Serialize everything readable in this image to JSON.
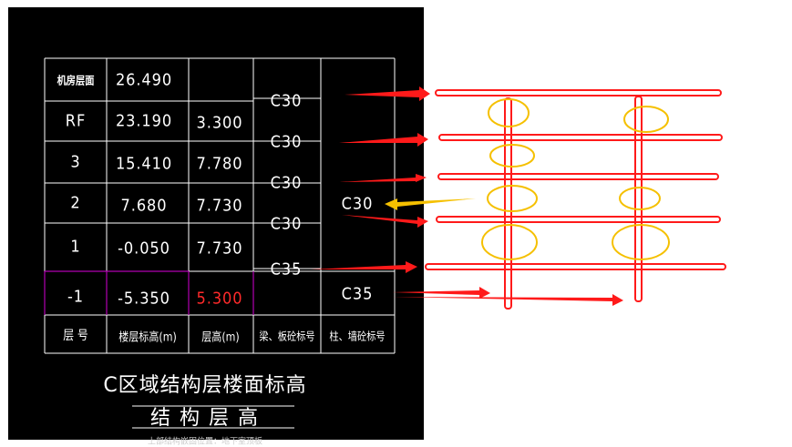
{
  "table": {
    "rows": [
      {
        "floor": "机房层面",
        "elevation": "26.490",
        "height": "",
        "beam_grade": "",
        "col_grade": ""
      },
      {
        "floor": "RF",
        "elevation": "23.190",
        "height": "3.300",
        "beam_grade": "C30",
        "col_grade": ""
      },
      {
        "floor": "3",
        "elevation": "15.410",
        "height": "7.780",
        "beam_grade": "C30",
        "col_grade": ""
      },
      {
        "floor": "2",
        "elevation": "7.680",
        "height": "7.730",
        "beam_grade": "C30",
        "col_grade": "C30"
      },
      {
        "floor": "1",
        "elevation": "-0.050",
        "height": "7.730",
        "beam_grade": "C30",
        "col_grade": ""
      },
      {
        "floor": "-1",
        "elevation": "-5.350",
        "height": "5.300",
        "beam_grade": "C35",
        "col_grade": "C35"
      }
    ],
    "headers": {
      "floor": "层 号",
      "elevation": "楼层标高(m)",
      "height": "层高(m)",
      "beam_grade": "梁、板砼标号",
      "col_grade": "柱、墙砼标号"
    }
  },
  "titles": {
    "main": "C区域结构层楼面标高",
    "sub": "结构层高",
    "caption": "上部结构嵌固位置：地下室顶板"
  },
  "colors": {
    "cad_bg": "#000000",
    "line": "#ffffff",
    "red": "#ff2a2a",
    "magenta": "#b000b0",
    "beam": "#ff1a1a",
    "circle": "#f5c000",
    "arrow_yellow": "#f5c000"
  }
}
